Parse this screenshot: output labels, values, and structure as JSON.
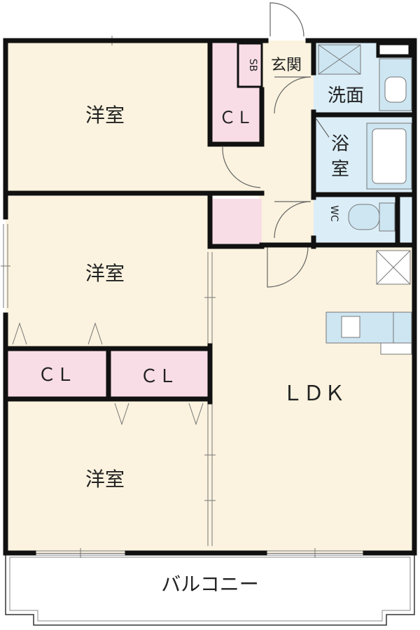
{
  "rooms": {
    "bedroom_top": "洋室",
    "bedroom_middle": "洋室",
    "bedroom_bottom": "洋室",
    "closet_top": "ＣＬ",
    "closet_left": "ＣＬ",
    "closet_right": "ＣＬ",
    "shoe_box": "SB",
    "entrance": "玄関",
    "washroom": "洗面",
    "bathroom_char1": "浴",
    "bathroom_char2": "室",
    "toilet": "WC",
    "ldk": "ＬＤＫ",
    "balcony": "バルコニー"
  },
  "colors": {
    "room_fill": "#fbf3df",
    "closet_fill": "#f9dde6",
    "wet_fill": "#dbeef8",
    "fixture_fill": "#cde6f2",
    "wall": "#111111",
    "balcony_fill": "#ffffff"
  }
}
